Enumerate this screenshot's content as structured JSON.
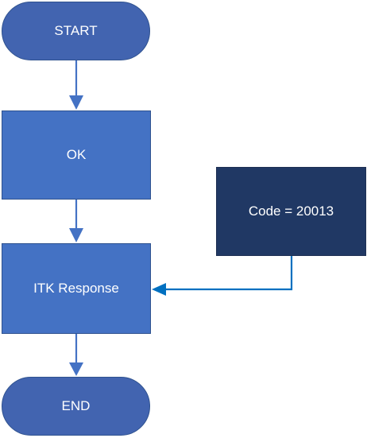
{
  "colors": {
    "terminal_fill": "#4264b0",
    "process_fill": "#4472c4",
    "code_fill": "#203864",
    "arrow_main": "#4472c4",
    "arrow_side": "#0070c0",
    "text": "#ffffff"
  },
  "nodes": {
    "start": "START",
    "ok": "OK",
    "itk_response": "ITK Response",
    "code": "Code = 20013",
    "end": "END"
  }
}
